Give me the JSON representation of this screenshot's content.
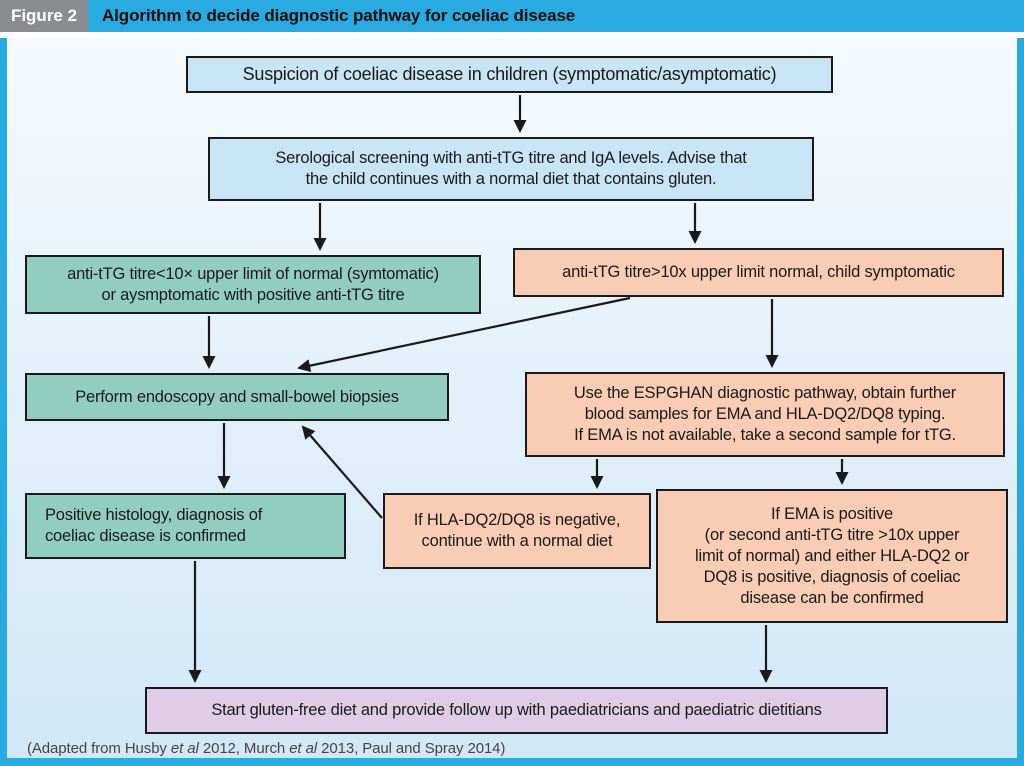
{
  "header": {
    "figure_label": "Figure 2",
    "title": "Algorithm to decide diagnostic pathway for coeliac disease"
  },
  "colors": {
    "header_bg": "#29ABE2",
    "figure_label_bg": "#8A8C8F",
    "box_blue": "#C8E5F6",
    "box_teal": "#92CEC0",
    "box_peach": "#F9CDB5",
    "box_purple": "#DFCCE6",
    "border": "#1A1A1A"
  },
  "nodes": {
    "suspicion": {
      "text": "Suspicion of coeliac disease in children (symptomatic/asymptomatic)"
    },
    "serology": {
      "text": "Serological screening with anti-tTG titre and IgA levels. Advise that\nthe child continues with a normal diet that contains gluten."
    },
    "ttg_low": {
      "text": "anti-tTG titre<10× upper limit of normal (symtomatic)\nor aysmptomatic with positive anti-tTG titre"
    },
    "ttg_high": {
      "text": "anti-tTG titre>10x upper limit normal, child symptomatic"
    },
    "endoscopy": {
      "text": "Perform endoscopy and small-bowel biopsies"
    },
    "espghan": {
      "text": "Use the ESPGHAN diagnostic pathway, obtain further\nblood samples for EMA and HLA-DQ2/DQ8 typing.\nIf EMA is not available, take a second sample for tTG."
    },
    "histology": {
      "text": "Positive histology, diagnosis of\ncoeliac disease is confirmed"
    },
    "hla_negative": {
      "text": "If HLA-DQ2/DQ8 is negative,\ncontinue with a normal diet"
    },
    "ema_positive": {
      "text": "If EMA is positive\n(or second anti-tTG titre >10x upper\nlimit of normal) and either HLA-DQ2 or\nDQ8 is positive, diagnosis of coeliac\ndisease can be confirmed"
    },
    "gluten_free": {
      "text": "Start gluten-free diet and provide follow up with paediatricians and paediatric dietitians"
    }
  },
  "edges": [
    {
      "from": "suspicion",
      "to": "serology"
    },
    {
      "from": "serology",
      "to": "ttg_low"
    },
    {
      "from": "serology",
      "to": "ttg_high"
    },
    {
      "from": "ttg_low",
      "to": "endoscopy"
    },
    {
      "from": "ttg_high",
      "to": "endoscopy"
    },
    {
      "from": "ttg_high",
      "to": "espghan"
    },
    {
      "from": "endoscopy",
      "to": "histology"
    },
    {
      "from": "espghan",
      "to": "hla_negative"
    },
    {
      "from": "espghan",
      "to": "ema_positive"
    },
    {
      "from": "hla_negative",
      "to": "endoscopy"
    },
    {
      "from": "histology",
      "to": "gluten_free"
    },
    {
      "from": "ema_positive",
      "to": "gluten_free"
    }
  ],
  "footer": {
    "pre1": "(Adapted from Husby ",
    "italic1": "et al",
    "mid1": " 2012, Murch ",
    "italic2": "et al",
    "mid2": " 2013, Paul and Spray 2014)"
  }
}
